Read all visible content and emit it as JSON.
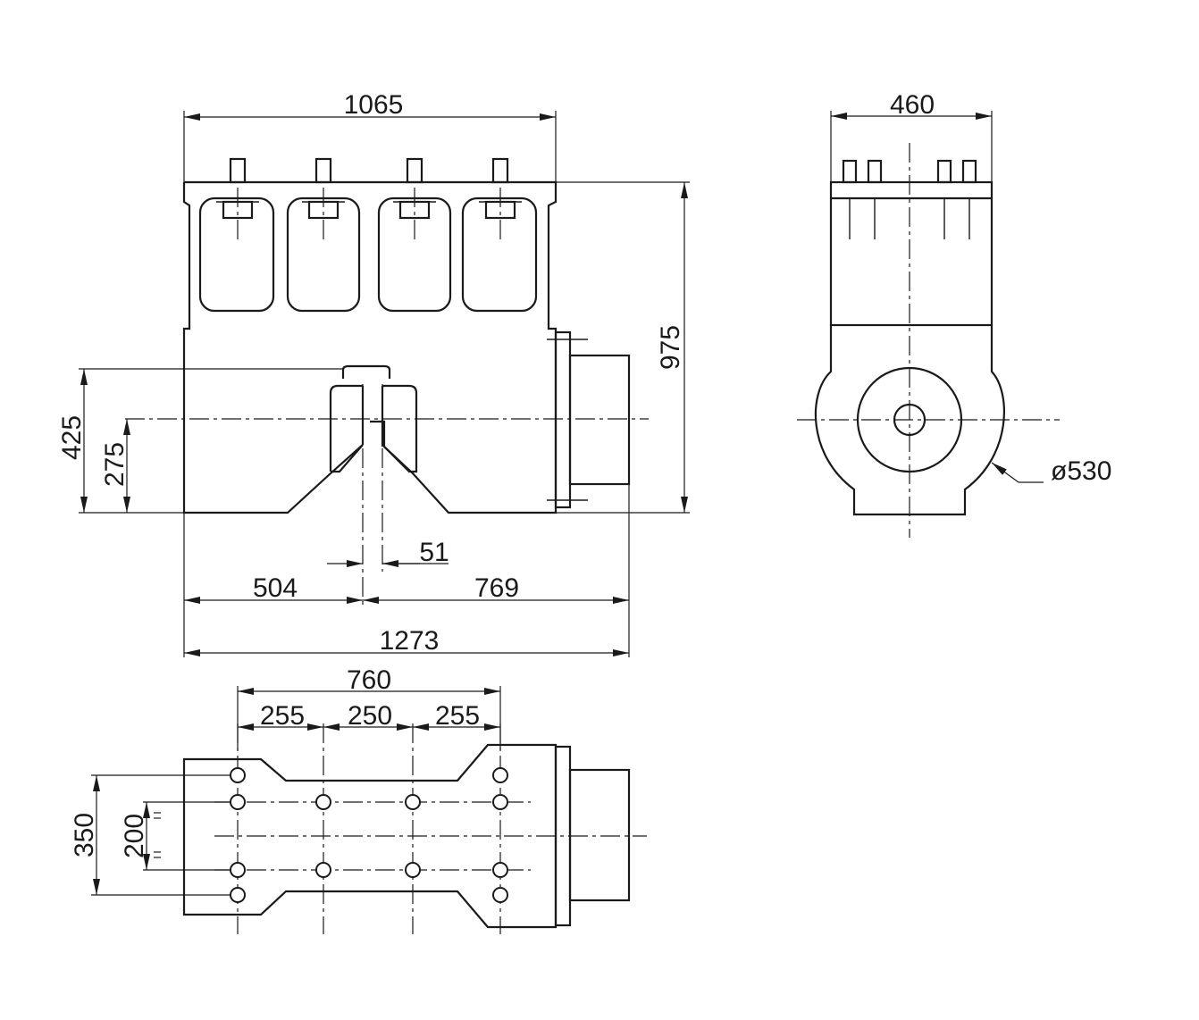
{
  "dimensions": {
    "front_width_top": "1065",
    "front_height": "975",
    "front_height_425": "425",
    "front_height_275": "275",
    "front_gap_51": "51",
    "front_left_504": "504",
    "front_right_769": "769",
    "front_total_1273": "1273",
    "side_width_460": "460",
    "side_diameter": "ø530",
    "plan_total_760": "760",
    "plan_pitch_left": "255",
    "plan_pitch_mid": "250",
    "plan_pitch_right": "255",
    "plan_height_350": "350",
    "plan_height_200": "200"
  },
  "colors": {
    "line": "#1a1a1a",
    "background": "#ffffff"
  }
}
